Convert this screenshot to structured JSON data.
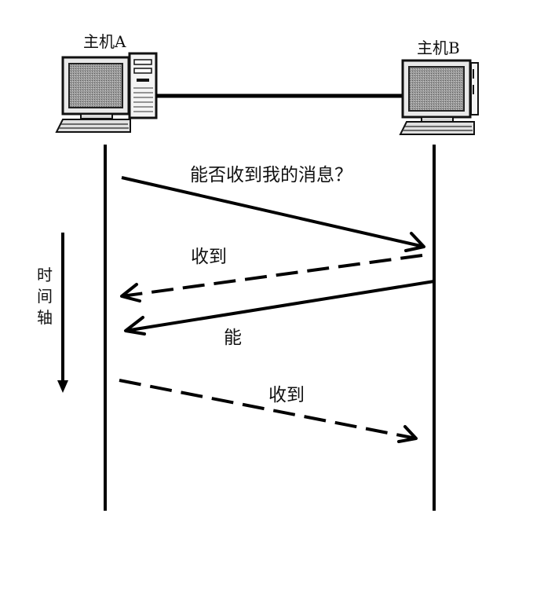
{
  "hosts": {
    "a": {
      "label": "主机A"
    },
    "b": {
      "label": "主机B"
    }
  },
  "messages": [
    {
      "label": "能否收到我的消息？",
      "style": "solid",
      "direction": "A→B"
    },
    {
      "label": "收到",
      "style": "dashed",
      "direction": "B→A"
    },
    {
      "label": "能",
      "style": "solid",
      "direction": "B→A"
    },
    {
      "label": "收到",
      "style": "dashed",
      "direction": "A→B"
    }
  ],
  "time_axis": {
    "chars": [
      "时",
      "间",
      "轴"
    ]
  }
}
